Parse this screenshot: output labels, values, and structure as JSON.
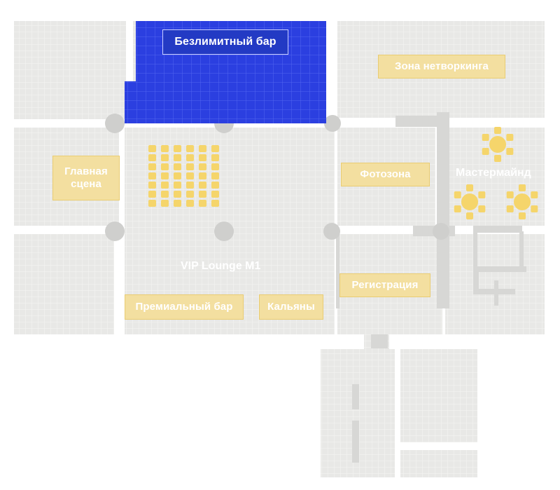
{
  "map": {
    "zones": {
      "unlimited_bar": "Безлимитный бар",
      "networking": "Зона нетворкинга",
      "main_stage": "Главная\nсцена",
      "photozone": "Фотозона",
      "registration": "Регистрация",
      "premium_bar": "Премиальный бар",
      "hookahs": "Кальяны"
    },
    "areas": {
      "vip_lounge": "VIP Lounge M1",
      "mastermind": "Мастермайнд"
    },
    "selected_zone": "unlimited_bar"
  },
  "colors": {
    "floor": "#e8e8e6",
    "grid": "#ffffff",
    "wall": "#d9d9d7",
    "pillar": "#cfcfcd",
    "selected_fill": "#2b3fe0",
    "zone_fill": "#f3dfa0",
    "seat": "#f5d56b"
  }
}
